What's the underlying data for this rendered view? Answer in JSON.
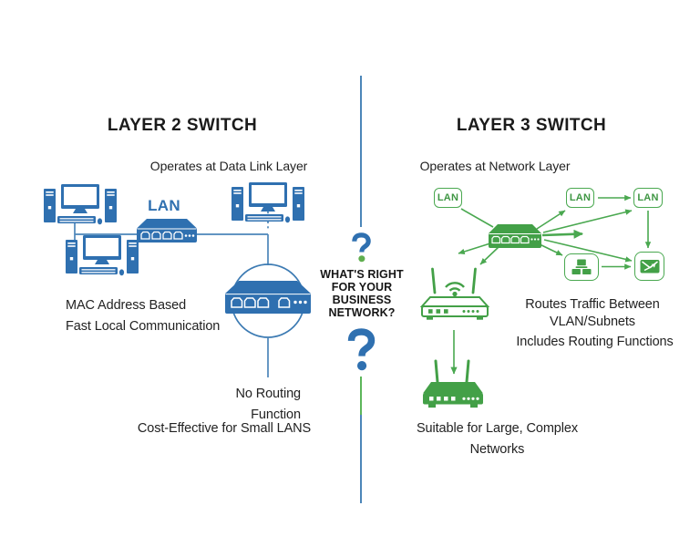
{
  "colors": {
    "blue_icon": "#2F70B0",
    "blue_line": "#4C86B9",
    "green_icon": "#43A047",
    "green_line": "#4AA850",
    "question_green_dot": "#5FAE4E",
    "text": "#1E1E1E"
  },
  "left": {
    "title": "LAYER 2 SWITCH",
    "subtitle": "Operates at Data Link Layer",
    "lan_label": "LAN",
    "feature_mac_line1": "MAC Address Based",
    "feature_mac_line2": "Fast Local Communication",
    "feature_routing_line1": "No Routing",
    "feature_routing_line2": "Function",
    "feature_cost": "Cost-Effective for Small LANS"
  },
  "center": {
    "question_line1": "WHAT'S RIGHT",
    "question_line2": "FOR YOUR",
    "question_line3": "BUSINESS",
    "question_line4": "NETWORK?"
  },
  "right": {
    "title": "LAYER 3 SWITCH",
    "subtitle": "Operates at Network Layer",
    "lan_labels": [
      "LAN",
      "LAN",
      "LAN"
    ],
    "feature_routes_line1": "Routes Traffic Between",
    "feature_routes_line2": "VLAN/Subnets",
    "feature_includes": "Includes Routing Functions",
    "feature_suitable": "Suitable for Large, Complex Networks"
  },
  "icons": {
    "workstation": "desktop-computer-cluster",
    "blue_switch": "4-port-network-switch",
    "circle_switch": "network-switch-highlighted",
    "green_switch": "layer3-network-switch",
    "wifi_router": "wireless-router",
    "solid_router": "router",
    "hub": "workgroup-hub",
    "mail": "envelope-with-arrow",
    "question_mark": "question-mark"
  }
}
